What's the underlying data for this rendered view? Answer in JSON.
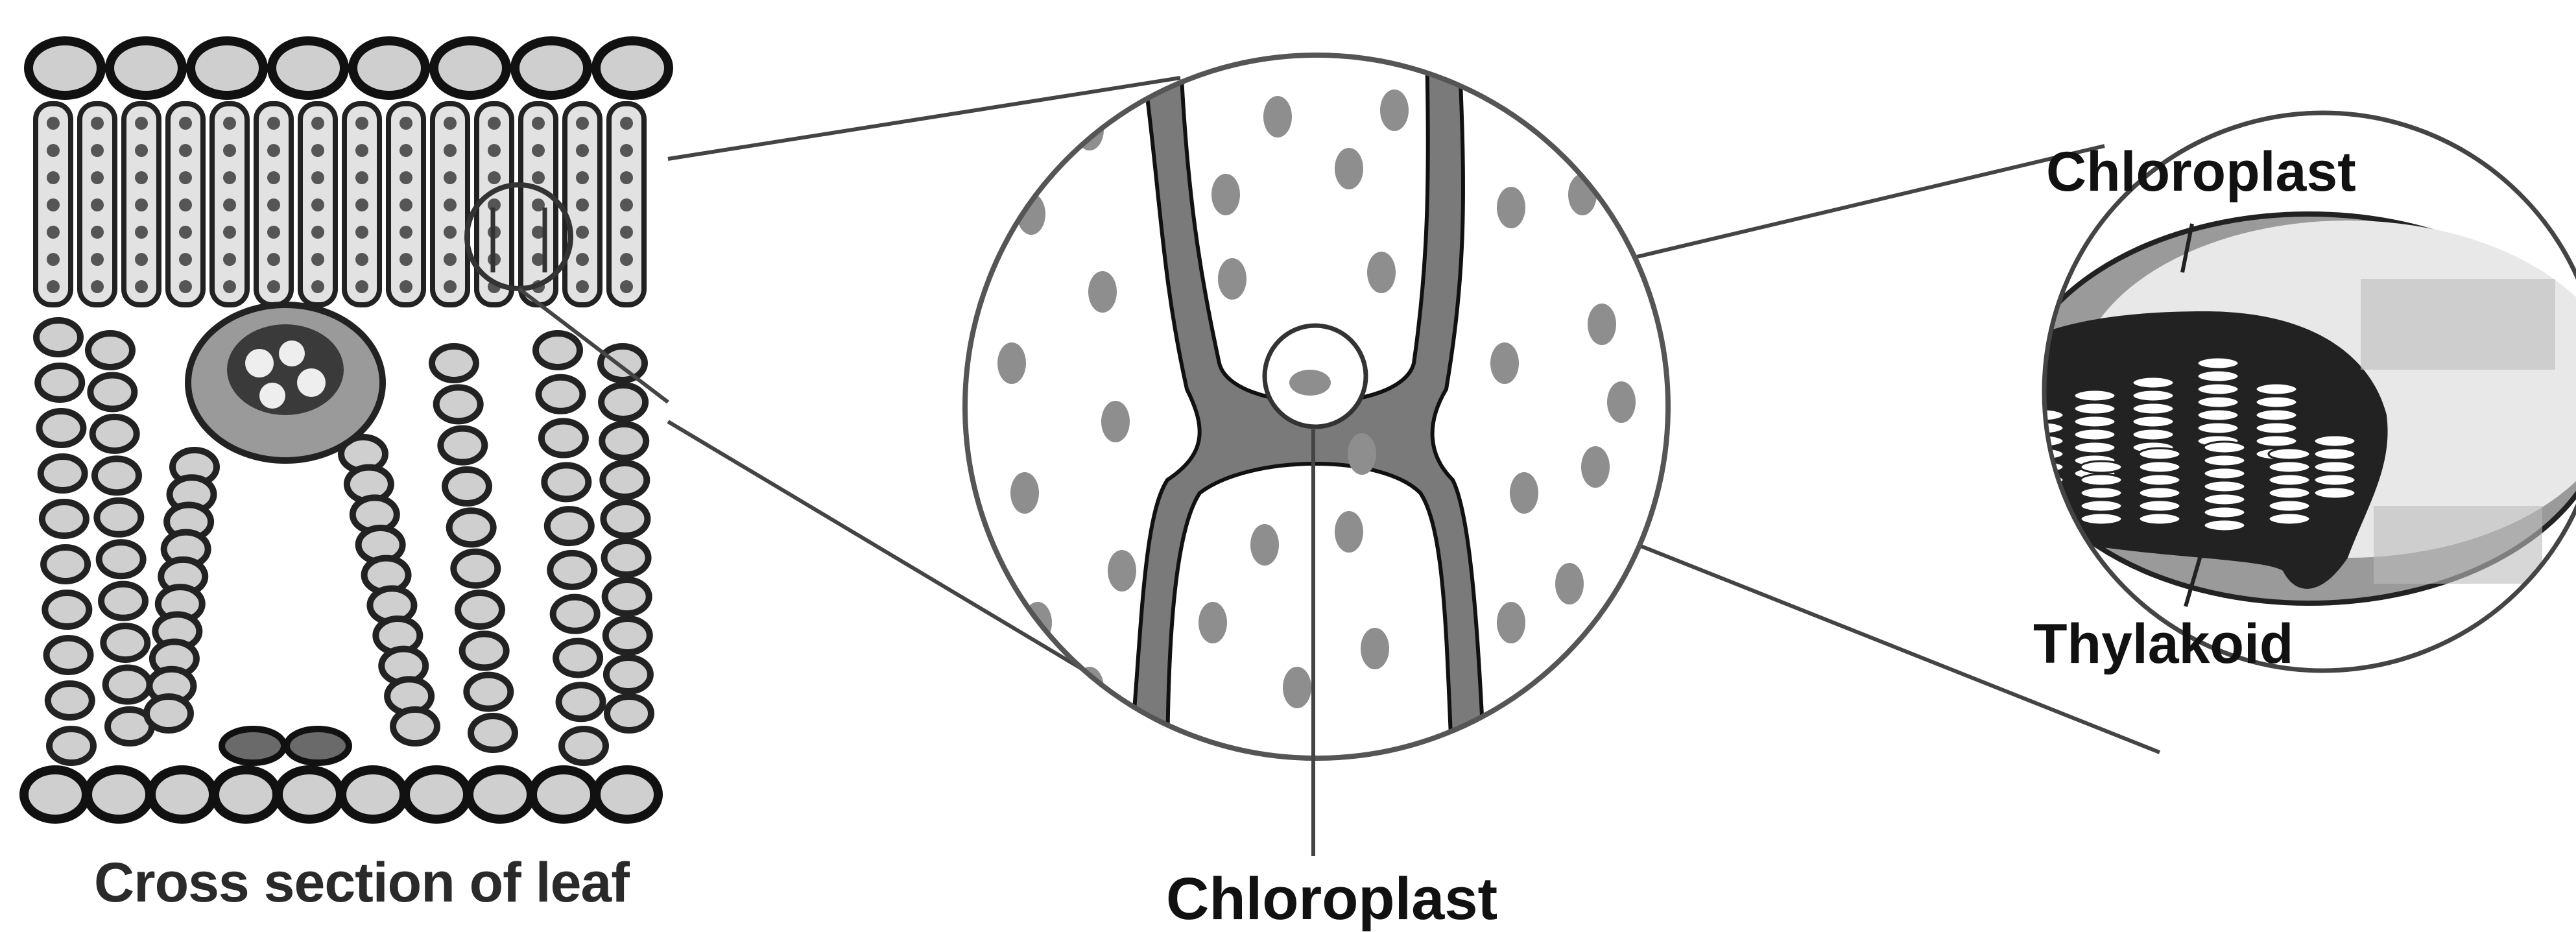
{
  "labels": {
    "leaf_caption": "Cross section of leaf",
    "chloroplast_cell": "Chloroplast",
    "chloroplast_detail": "Chloroplast",
    "thylakoid": "Thylakoid"
  },
  "colors": {
    "ink": "#111111",
    "cell_fill": "#d8d8d8",
    "chloroplast_grey": "#8e8e8e",
    "stroma_dark": "#222222",
    "thylakoid_white": "#ffffff"
  }
}
